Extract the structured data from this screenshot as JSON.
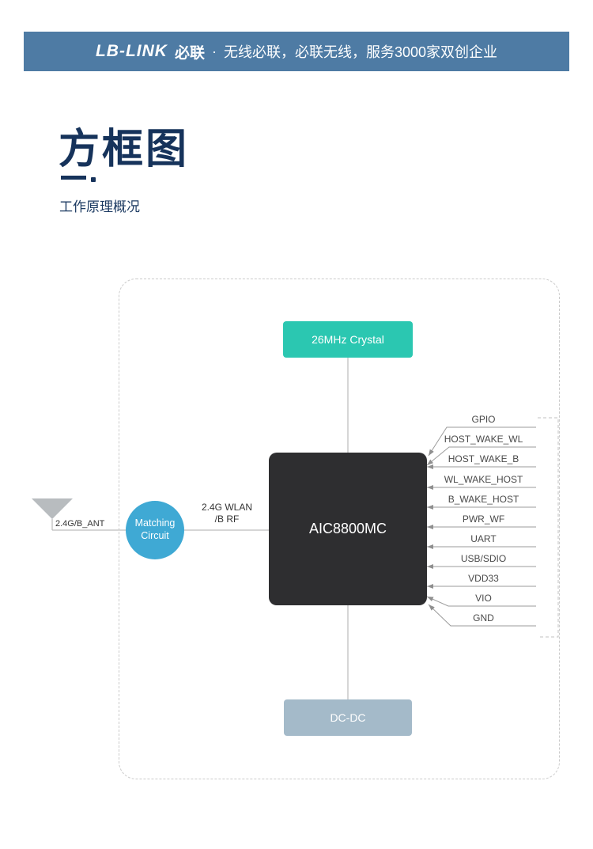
{
  "header": {
    "logo": "LB-LINK",
    "brand": "必联",
    "separator": "·",
    "slogan": "无线必联，必联无线，服务3000家双创企业"
  },
  "title": {
    "heading": "方框图",
    "subtitle": "工作原理概况"
  },
  "diagram": {
    "crystal": "26MHz Crystal",
    "chip": "AIC8800MC",
    "dcdc": "DC-DC",
    "matching_line1": "Matching",
    "matching_line2": "Circuit",
    "antenna": "2.4G/B_ANT",
    "rf_line1": "2.4G WLAN",
    "rf_line2": "/B RF",
    "signals": [
      "GPIO",
      "HOST_WAKE_WL",
      "HOST_WAKE_B",
      "WL_WAKE_HOST",
      "B_WAKE_HOST",
      "PWR_WF",
      "UART",
      "USB/SDIO",
      "VDD33",
      "VIO",
      "GND"
    ],
    "colors": {
      "header_blue": "#4e7ba4",
      "title_navy": "#16335b",
      "crystal_teal": "#2bc7b1",
      "matching_blue": "#3fa9d4",
      "dcdc_gray_blue": "#a4bac9",
      "chip_black": "#2e2e30"
    }
  }
}
